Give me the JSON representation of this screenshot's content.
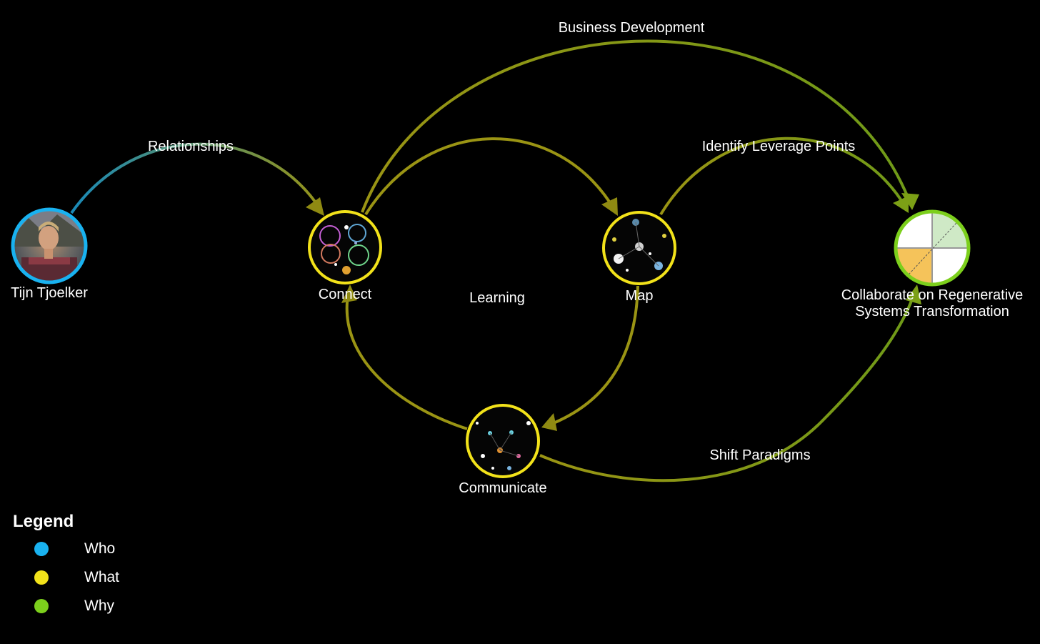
{
  "diagram": {
    "nodes": [
      {
        "id": "tijn",
        "label": "Tijn Tjoelker",
        "category": "who"
      },
      {
        "id": "connect",
        "label": "Connect",
        "category": "what"
      },
      {
        "id": "map",
        "label": "Map",
        "category": "what"
      },
      {
        "id": "communicate",
        "label": "Communicate",
        "category": "what"
      },
      {
        "id": "collaborate",
        "label_line1": "Collaborate on Regenerative",
        "label_line2": "Systems Transformation",
        "category": "why"
      }
    ],
    "edges": [
      {
        "from": "tijn",
        "to": "connect",
        "label": "Relationships"
      },
      {
        "from": "connect",
        "to": "map",
        "label": ""
      },
      {
        "from": "map",
        "to": "communicate",
        "label": ""
      },
      {
        "from": "communicate",
        "to": "connect",
        "label": ""
      },
      {
        "from": "connect",
        "to": "collaborate",
        "label": "Business Development"
      },
      {
        "from": "map",
        "to": "collaborate",
        "label": "Identify Leverage Points"
      },
      {
        "from": "communicate",
        "to": "collaborate",
        "label": "Shift Paradigms"
      }
    ],
    "cycle_label": "Learning"
  },
  "legend": {
    "title": "Legend",
    "items": [
      {
        "label": "Who",
        "color": "#19b2f0"
      },
      {
        "label": "What",
        "color": "#f2e21a"
      },
      {
        "label": "Why",
        "color": "#7ccf1c"
      }
    ]
  },
  "colors": {
    "background": "#000000",
    "who": "#19b2f0",
    "what": "#f2e21a",
    "why": "#7ccf1c",
    "edge_what": "#9a9414",
    "edge_why": "#6f9a18",
    "edge_who": "#1a8ab8"
  }
}
